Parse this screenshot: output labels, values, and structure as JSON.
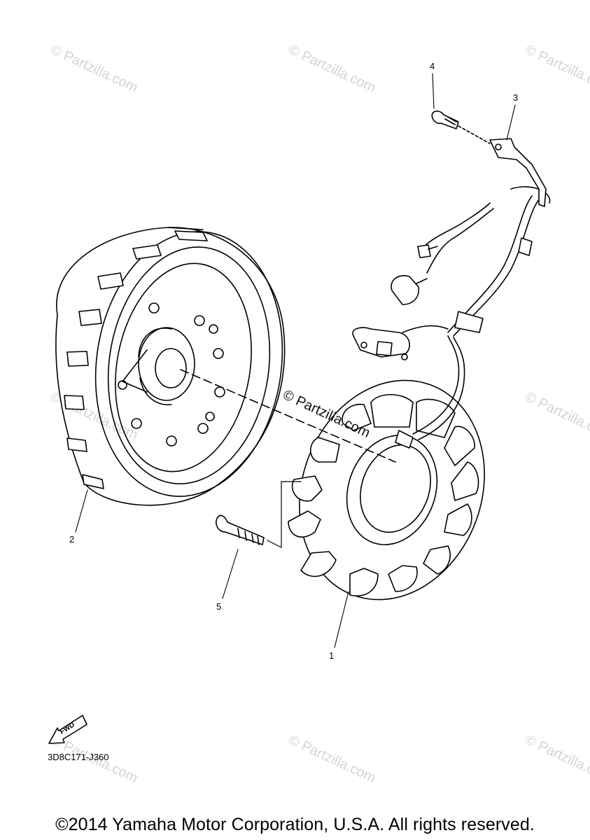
{
  "watermark": "© Partzilla.com",
  "callouts": {
    "part_1": "1",
    "part_2": "2",
    "part_3": "3",
    "part_4": "4",
    "part_5": "5"
  },
  "fwd_arrow": {
    "label": "FWD",
    "icon": "fwd-arrow-icon"
  },
  "diagram_code": "3D8C171-J360",
  "copyright": "©2014 Yamaha Motor Corporation, U.S.A. All rights reserved."
}
